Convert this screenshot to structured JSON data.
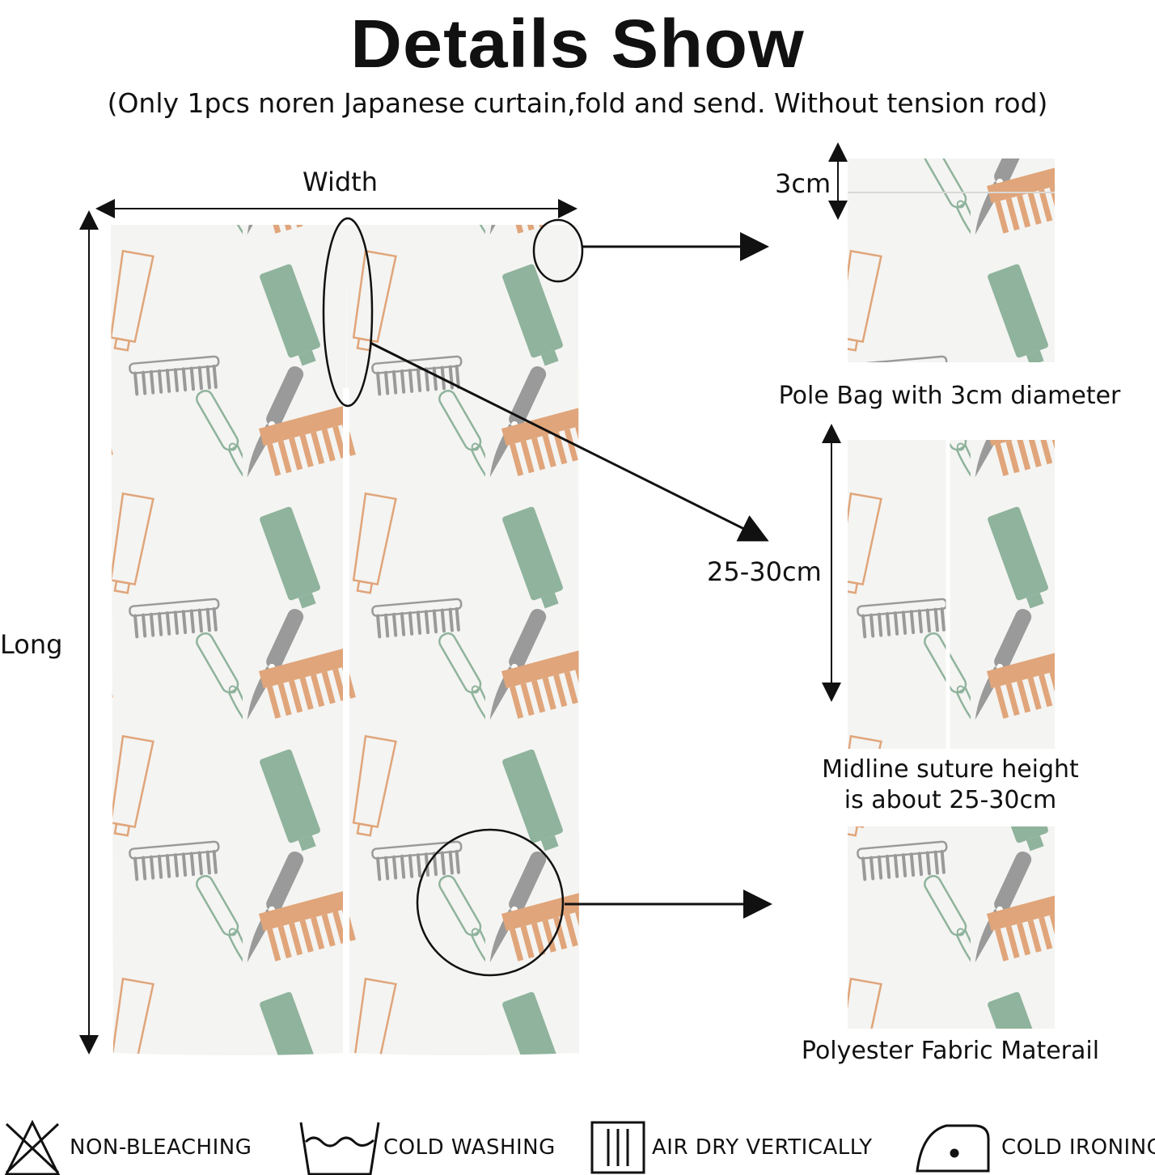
{
  "header": {
    "title": "Details Show",
    "subtitle": "(Only 1pcs noren Japanese curtain,fold and send. Without tension rod)"
  },
  "dimensions": {
    "width_label": "Width",
    "long_label": "Long",
    "pole_size_label": "3cm",
    "suture_size_label": "25-30cm"
  },
  "details": {
    "pole_bag": "Pole Bag with 3cm diameter",
    "midline_line1": "Midline suture height",
    "midline_line2": "is about 25-30cm",
    "material": "Polyester Fabric Materail"
  },
  "care": {
    "non_bleaching": "NON-BLEACHING",
    "cold_washing": "COLD WASHING",
    "air_dry": "AIR DRY VERTICALLY",
    "cold_ironing": "COLD IRONING"
  },
  "colors": {
    "green": "#8fb39c",
    "orange": "#e0a57a",
    "gray": "#9a9a9a",
    "fabric": "#f4f4f2"
  }
}
